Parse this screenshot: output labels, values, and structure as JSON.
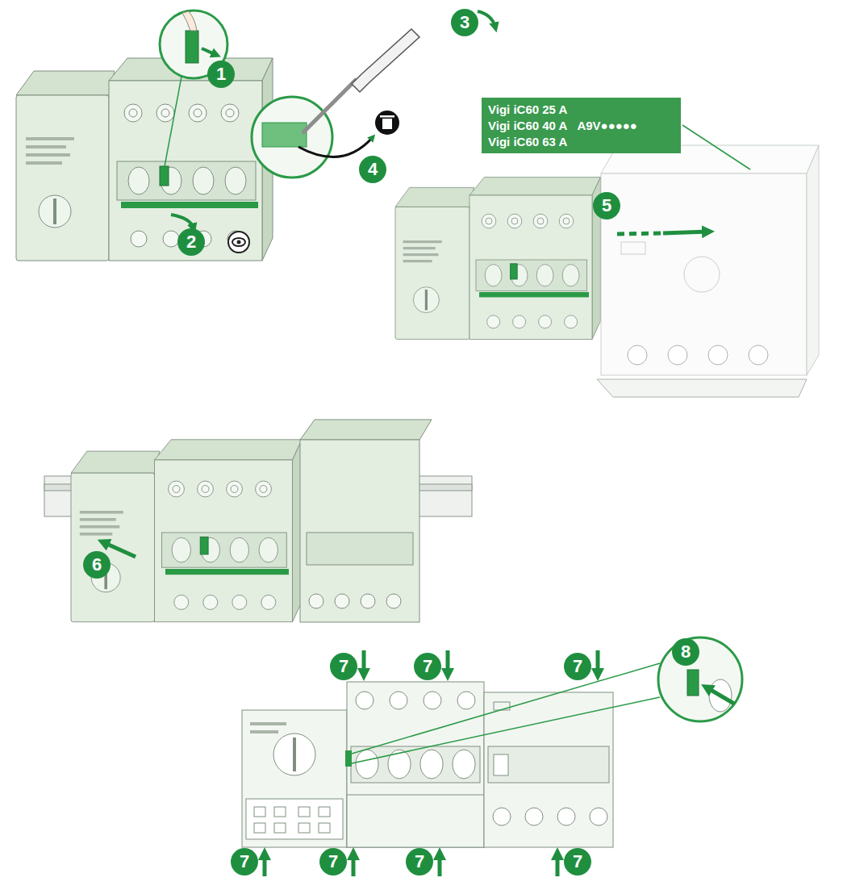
{
  "diagram": {
    "nodes": [
      {
        "text": [
          "1"
        ]
      },
      {
        "text": [
          "2"
        ]
      },
      {
        "text": [
          "3"
        ]
      },
      {
        "text": [
          "4"
        ]
      },
      {
        "text": [
          "Vigi iC60 25 A",
          "Vigi iC60 40 A",
          "Vigi iC60 63 A",
          "A9V●●●●●"
        ]
      },
      {
        "text": [
          "5"
        ]
      },
      {
        "text": [
          "6"
        ]
      },
      {
        "text": [
          "7"
        ]
      },
      {
        "text": [
          "7"
        ]
      },
      {
        "text": [
          "7"
        ]
      },
      {
        "text": [
          "8"
        ]
      },
      {
        "text": [
          "7"
        ]
      },
      {
        "text": [
          "7"
        ]
      },
      {
        "text": [
          "7"
        ]
      },
      {
        "text": [
          "7"
        ]
      }
    ]
  }
}
